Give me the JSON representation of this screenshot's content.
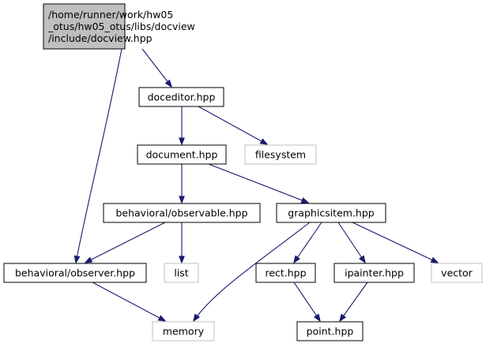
{
  "graph": {
    "nodes": [
      {
        "id": "docview",
        "kind": "main",
        "lines": [
          "/home/runner/work/hw05",
          "_otus/hw05_otus/libs/docview",
          "/include/docview.hpp"
        ]
      },
      {
        "id": "doceditor",
        "kind": "local",
        "lines": [
          "doceditor.hpp"
        ]
      },
      {
        "id": "filesystem",
        "kind": "system",
        "lines": [
          "filesystem"
        ]
      },
      {
        "id": "document",
        "kind": "local",
        "lines": [
          "document.hpp"
        ]
      },
      {
        "id": "observable",
        "kind": "local",
        "lines": [
          "behavioral/observable.hpp"
        ]
      },
      {
        "id": "graphicsitem",
        "kind": "local",
        "lines": [
          "graphicsitem.hpp"
        ]
      },
      {
        "id": "observer",
        "kind": "local",
        "lines": [
          "behavioral/observer.hpp"
        ]
      },
      {
        "id": "list",
        "kind": "system",
        "lines": [
          "list"
        ]
      },
      {
        "id": "rect",
        "kind": "local",
        "lines": [
          "rect.hpp"
        ]
      },
      {
        "id": "ipainter",
        "kind": "local",
        "lines": [
          "ipainter.hpp"
        ]
      },
      {
        "id": "vector",
        "kind": "system",
        "lines": [
          "vector"
        ]
      },
      {
        "id": "memory",
        "kind": "system",
        "lines": [
          "memory"
        ]
      },
      {
        "id": "point",
        "kind": "local",
        "lines": [
          "point.hpp"
        ]
      }
    ],
    "edges": [
      {
        "from": "docview",
        "to": "doceditor"
      },
      {
        "from": "docview",
        "to": "observer"
      },
      {
        "from": "doceditor",
        "to": "document"
      },
      {
        "from": "doceditor",
        "to": "filesystem"
      },
      {
        "from": "document",
        "to": "observable"
      },
      {
        "from": "document",
        "to": "graphicsitem"
      },
      {
        "from": "observable",
        "to": "observer"
      },
      {
        "from": "observable",
        "to": "list"
      },
      {
        "from": "observer",
        "to": "memory"
      },
      {
        "from": "graphicsitem",
        "to": "memory"
      },
      {
        "from": "graphicsitem",
        "to": "rect"
      },
      {
        "from": "graphicsitem",
        "to": "ipainter"
      },
      {
        "from": "graphicsitem",
        "to": "vector"
      },
      {
        "from": "rect",
        "to": "point"
      },
      {
        "from": "ipainter",
        "to": "point"
      }
    ],
    "colors": {
      "edge": "#191970",
      "main_fill": "#bfbfbf",
      "system_border": "#bfbfbf",
      "local_border": "#000000"
    }
  }
}
